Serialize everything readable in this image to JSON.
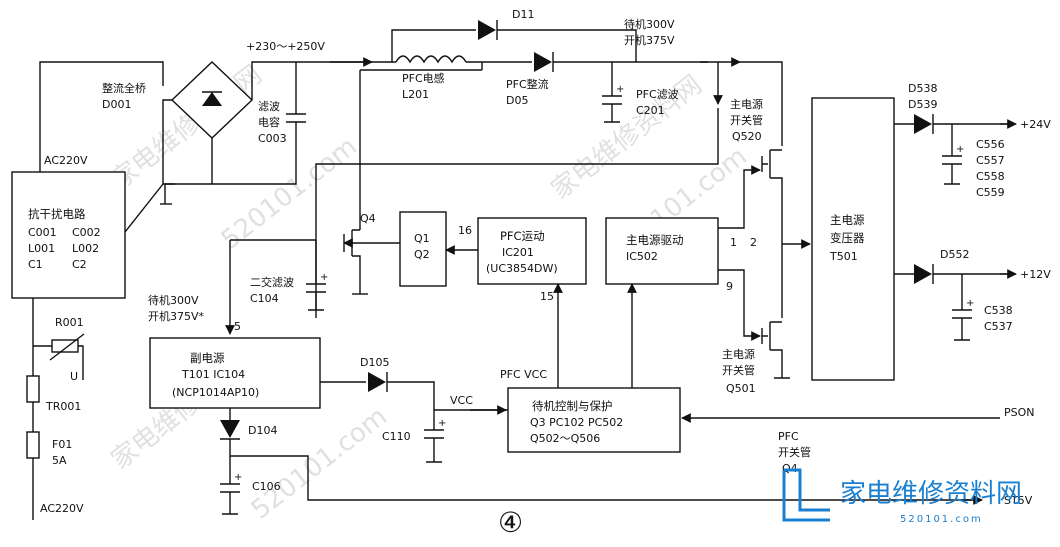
{
  "diagram": {
    "input": {
      "top_label": "AC220V",
      "bottom_label": "AC220V"
    },
    "emi": {
      "title": "抗干扰电路",
      "parts": [
        "C001",
        "C002",
        "L001",
        "L002",
        "C1",
        "C2"
      ]
    },
    "fuse_section": {
      "r001": "R001",
      "u_label": "U",
      "tr001": "TR001",
      "f01": "F01",
      "f01_rating": "5A"
    },
    "bridge": {
      "name": "整流全桥",
      "ref": "D001",
      "out_voltage": "+230～+250V"
    },
    "filter_cap": {
      "name": "滤波",
      "name2": "电容",
      "ref": "C003"
    },
    "pfc_inductor": {
      "name": "PFC电感",
      "ref": "L201"
    },
    "pfc_rectifier": {
      "name": "PFC整流",
      "ref": "D05"
    },
    "pfc_filter": {
      "name": "PFC滤波",
      "ref": "C201"
    },
    "bypass_diode": {
      "ref": "D11"
    },
    "standby_top": {
      "line1": "待机300V",
      "line2": "开机375V"
    },
    "q4_left": {
      "ref": "Q4"
    },
    "q1q2": {
      "ref1": "Q1",
      "ref2": "Q2"
    },
    "pfc_driver": {
      "name": "PFC运动",
      "ref": "IC201",
      "part": "(UC3854DW)",
      "pin16": "16",
      "pin15": "15"
    },
    "main_driver": {
      "name": "主电源驱动",
      "ref": "IC502",
      "pin1": "1",
      "pin2": "2",
      "pin9": "9"
    },
    "q520": {
      "name": "主电源",
      "name2": "开关管",
      "ref": "Q520"
    },
    "q501": {
      "name": "主电源",
      "name2": "开关管",
      "ref": "Q501"
    },
    "transformer": {
      "name": "主电源",
      "name2": "变压器",
      "ref": "T501"
    },
    "out24": {
      "d1": "D538",
      "d2": "D539",
      "caps": [
        "C556",
        "C557",
        "C558",
        "C559"
      ],
      "voltage": "+24V"
    },
    "out12": {
      "d": "D552",
      "caps": [
        "C538",
        "C537"
      ],
      "voltage": "+12V"
    },
    "secondary_filter": {
      "name": "二交滤波",
      "ref": "C104"
    },
    "standby_mid": {
      "line1": "待机300V",
      "line2": "开机375V*",
      "pin": "5"
    },
    "aux_psu": {
      "name": "副电源",
      "refs": "T101 IC104",
      "part": "(NCP1014AP10)"
    },
    "d105": "D105",
    "d104": "D104",
    "c106": "C106",
    "vcc": {
      "label": "VCC",
      "cap": "C110",
      "pfc_vcc": "PFC VCC"
    },
    "standby_ctrl": {
      "name": "待机控制与保护",
      "line2": "Q3  PC102  PC502",
      "line3": "Q502～Q506"
    },
    "pson": "PSON",
    "pfc_switch_note": {
      "line1": "PFC",
      "line2": "开关管",
      "line3": "Q4"
    },
    "st5v": "ST5V",
    "figure_number": "④",
    "watermarks": [
      "家电维修资料网",
      "520101.com",
      "家电维修资料网",
      "520101.com",
      "家电维修资料网",
      "520101.com"
    ],
    "logo": {
      "text": "家电维修资料网",
      "url": "520101.com"
    }
  }
}
